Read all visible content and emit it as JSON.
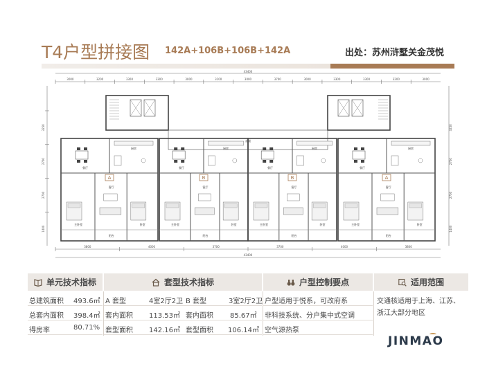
{
  "header": {
    "title": "T4户型拼接图",
    "subtitle": "142A+106B+106B+142A",
    "source": "出处：苏州浒墅关金茂悦"
  },
  "colors": {
    "accent": "#a87b55",
    "header_bg": "#ece8e4",
    "brand": "#2c3a4a"
  },
  "floorplan": {
    "dim_top_total": "43400",
    "dim_bottom_total": "43400",
    "dims_top": [
      "3000",
      "3200",
      "3300",
      "3300",
      "3000",
      "3100",
      "3000",
      "3700",
      "3000",
      "3300",
      "3300",
      "3200",
      "3000"
    ],
    "dims_bottom": [
      "3800",
      "4000",
      "3700",
      "3700",
      "4000",
      "3800"
    ],
    "dims_left": [
      "3250",
      "2700",
      "2700",
      "1400"
    ],
    "unit_tags": [
      "A",
      "B",
      "B",
      "A"
    ],
    "room_labels": {
      "kitchen": "厨房",
      "dining": "餐厅",
      "living": "客厅",
      "bedroom": "卧室",
      "master": "主卧室",
      "study": "书房",
      "balcony": "阳台",
      "corridor": "走道"
    }
  },
  "table": {
    "sections": [
      {
        "icon": "book-icon",
        "title": "单元技术指标"
      },
      {
        "icon": "house-icon",
        "title": "套型技术指标"
      },
      {
        "icon": "binoculars-icon",
        "title": "户型控制要点"
      },
      {
        "icon": "map-search-icon",
        "title": "适用范围"
      }
    ],
    "unit_metrics": [
      {
        "label": "总建筑面积",
        "value": "493.6㎡"
      },
      {
        "label": "总套内面积",
        "value": "398.4㎡"
      },
      {
        "label": "得房率",
        "value": "80.71%"
      }
    ],
    "suite_metrics": {
      "a_name": "A 套型",
      "a_layout": "4室2厅2卫",
      "b_name": "B 套型",
      "b_layout": "3室2厅2卫",
      "rows": [
        {
          "label_a": "套内面积",
          "value_a": "113.53㎡",
          "label_b": "套内面积",
          "value_b": "85.67㎡"
        },
        {
          "label_a": "套型面积",
          "value_a": "142.16㎡",
          "label_b": "套型面积",
          "value_b": "106.14㎡"
        }
      ]
    },
    "control_points": [
      "户型适用于悦系，可改府系",
      "非科技系统、分户集中式空调",
      "空气源热泵"
    ],
    "scope": [
      "交通核适用于上海、江苏、",
      "浙江大部分地区"
    ]
  },
  "logo": {
    "text": "JINMAO"
  }
}
